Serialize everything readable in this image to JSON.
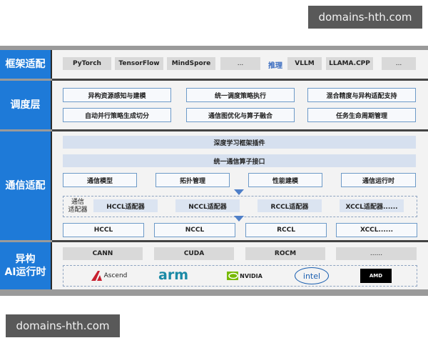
{
  "watermarks": {
    "top": "domains-hth.com",
    "bottom": "domains-hth.com"
  },
  "layers": {
    "framework": {
      "label": "框架适配",
      "training_items": [
        "PyTorch",
        "TensorFlow",
        "MindSpore",
        "..."
      ],
      "inference_label": "推理",
      "inference_items": [
        "VLLM",
        "LLAMA.CPP",
        "..."
      ]
    },
    "scheduling": {
      "label": "调度层",
      "items": [
        "异构资源感知与建模",
        "统一调度策略执行",
        "混合精度与异构适配支持",
        "自动并行策略生成切分",
        "通信图优化与算子融合",
        "任务生命周期管理"
      ]
    },
    "communication": {
      "label": "通信适配",
      "bands": [
        "深度学习框架插件",
        "统一通信算子接口"
      ],
      "modules": [
        "通信模型",
        "拓扑管理",
        "性能建模",
        "通信运行时"
      ],
      "adapter_group_label": "通信\n适配器",
      "adapters": [
        "HCCL适配器",
        "NCCL适配器",
        "RCCL适配器",
        "XCCL适配器......"
      ],
      "libraries": [
        "HCCL",
        "NCCL",
        "RCCL",
        "XCCL......"
      ]
    },
    "runtime": {
      "label_line1": "异构",
      "label_line2": "AI运行时",
      "runtimes": [
        "CANN",
        "CUDA",
        "ROCM",
        "......"
      ],
      "vendors": [
        "Ascend",
        "arm",
        "NVIDIA",
        "intel",
        "AMD"
      ]
    }
  },
  "colors": {
    "label_blue": "#1e7ad8",
    "box_gray": "#d9d9d9",
    "band_blue": "#d6e0ef",
    "arrow": "#4f7fc8"
  }
}
